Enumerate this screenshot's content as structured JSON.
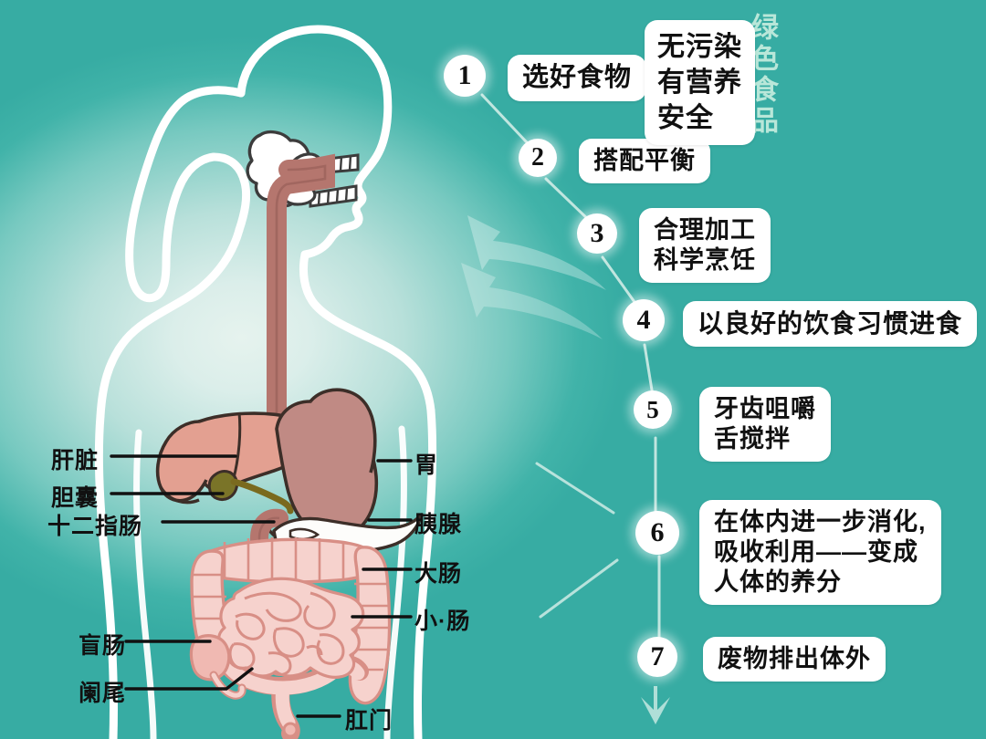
{
  "poster": {
    "title_vertical": "绿色食品",
    "highlight_box": "无污染\n有营养\n安全"
  },
  "steps": [
    {
      "num": "1",
      "text": "选好食物"
    },
    {
      "num": "2",
      "text": "搭配平衡"
    },
    {
      "num": "3",
      "text": "合理加工\n科学烹饪"
    },
    {
      "num": "4",
      "text": "以良好的饮食习惯进食"
    },
    {
      "num": "5",
      "text": "牙齿咀嚼\n舌搅拌"
    },
    {
      "num": "6",
      "text": "在体内进一步消化,\n吸收利用——变成\n人体的养分"
    },
    {
      "num": "7",
      "text": "废物排出体外"
    }
  ],
  "anatomy_labels": {
    "liver": "肝脏",
    "gallbladder": "胆囊",
    "duodenum": "十二指肠",
    "stomach": "胃",
    "pancreas": "胰腺",
    "large_intestine": "大肠",
    "small_intestine": "小·肠",
    "cecum": "盲肠",
    "appendix": "阑尾",
    "anus": "肛门"
  },
  "colors": {
    "background_teal": "#37b0a7",
    "background_center": "#e2f1ec",
    "body_outline": "#ffffff",
    "esophagus": "#b5766e",
    "stomach_fill": "#c08a84",
    "liver_fill": "#e3a091",
    "intestine_fill": "#f6d2cd",
    "pancreas_fill": "#fdfdfb",
    "bile_duct": "#7a6a1e",
    "bubble_bg": "#ffffff",
    "vertical_text": "#b9e7d9"
  }
}
